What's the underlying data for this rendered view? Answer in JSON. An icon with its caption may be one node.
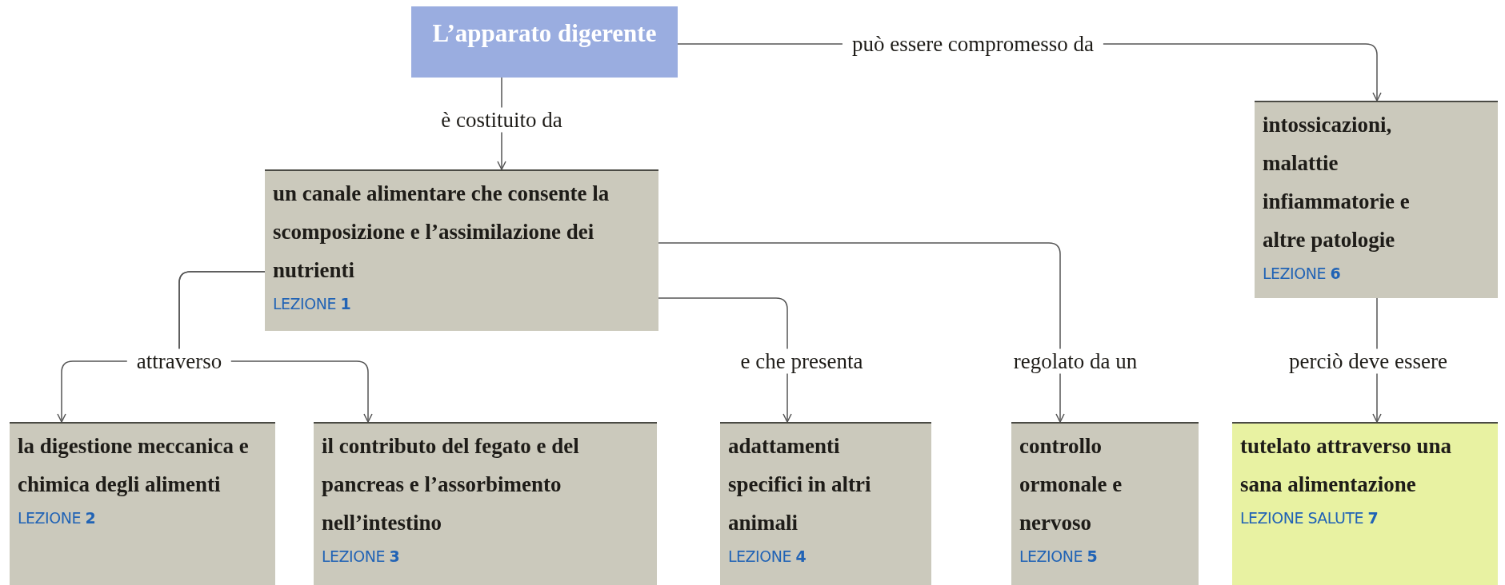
{
  "diagram": {
    "nodes": [
      {
        "text": [
          "L’apparato digerente"
        ]
      },
      {
        "text": [
          "un canale alimentare che consente la scomposizione e l’assimilazione dei nutrienti",
          "LEZIONE **1**"
        ]
      },
      {
        "text": [
          "la digestione meccanica e chimica degli alimenti",
          "LEZIONE **2**"
        ]
      },
      {
        "text": [
          "il contributo del fegato e del pancreas e l’assorbimento nell’intestino",
          "LEZIONE **3**"
        ]
      },
      {
        "text": [
          "adattamenti specifici in altri animali",
          "LEZIONE **4**"
        ]
      },
      {
        "text": [
          "controllo ormonale e nervoso",
          "LEZIONE **5**"
        ]
      },
      {
        "text": [
          "intossicazioni, malattie infiammatorie e altre patologie",
          "LEZIONE **6**"
        ]
      },
      {
        "text": [
          "tutelato attraverso una sana alimentazione",
          "LEZIONE SALUTE **7**"
        ]
      }
    ],
    "edges": [
      {
        "from": 0,
        "to": 1,
        "arrow": "to",
        "label": "è costituito da"
      },
      {
        "from": 0,
        "to": 6,
        "arrow": "to",
        "label": "può essere compromesso da"
      },
      {
        "from": 1,
        "to": 2,
        "arrow": "to",
        "label": "attraverso"
      },
      {
        "from": 1,
        "to": 3,
        "arrow": "to"
      },
      {
        "from": 1,
        "to": 4,
        "arrow": "to",
        "label": "e che presenta"
      },
      {
        "from": 1,
        "to": 5,
        "arrow": "to",
        "label": "regolato da un"
      },
      {
        "from": 6,
        "to": 7,
        "arrow": "to",
        "label": "perciò deve essere"
      }
    ]
  }
}
